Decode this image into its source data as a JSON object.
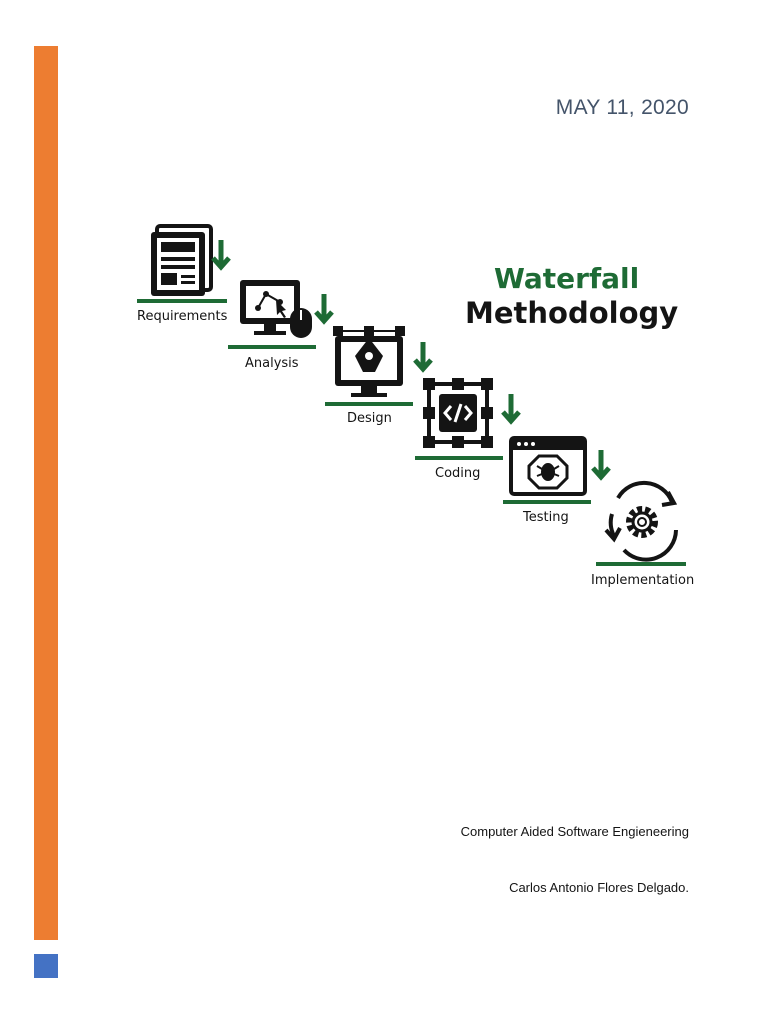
{
  "colors": {
    "accent_orange": "#ed7d31",
    "accent_blue": "#4472c4",
    "brand_green": "#1e6b35",
    "icon_dark": "#141414"
  },
  "cover": {
    "date": "MAY 11, 2020",
    "title_line1": "Waterfall",
    "title_line2": "Methodology",
    "course": "Computer Aided Software Engieneering",
    "author": "Carlos Antonio Flores Delgado."
  },
  "steps": [
    {
      "label": "Requirements",
      "icon": "document-icon"
    },
    {
      "label": "Analysis",
      "icon": "monitor-analysis-icon"
    },
    {
      "label": "Design",
      "icon": "pen-tool-monitor-icon"
    },
    {
      "label": "Coding",
      "icon": "code-icon"
    },
    {
      "label": "Testing",
      "icon": "bug-window-icon"
    },
    {
      "label": "Implementation",
      "icon": "gear-cycle-icon"
    }
  ]
}
